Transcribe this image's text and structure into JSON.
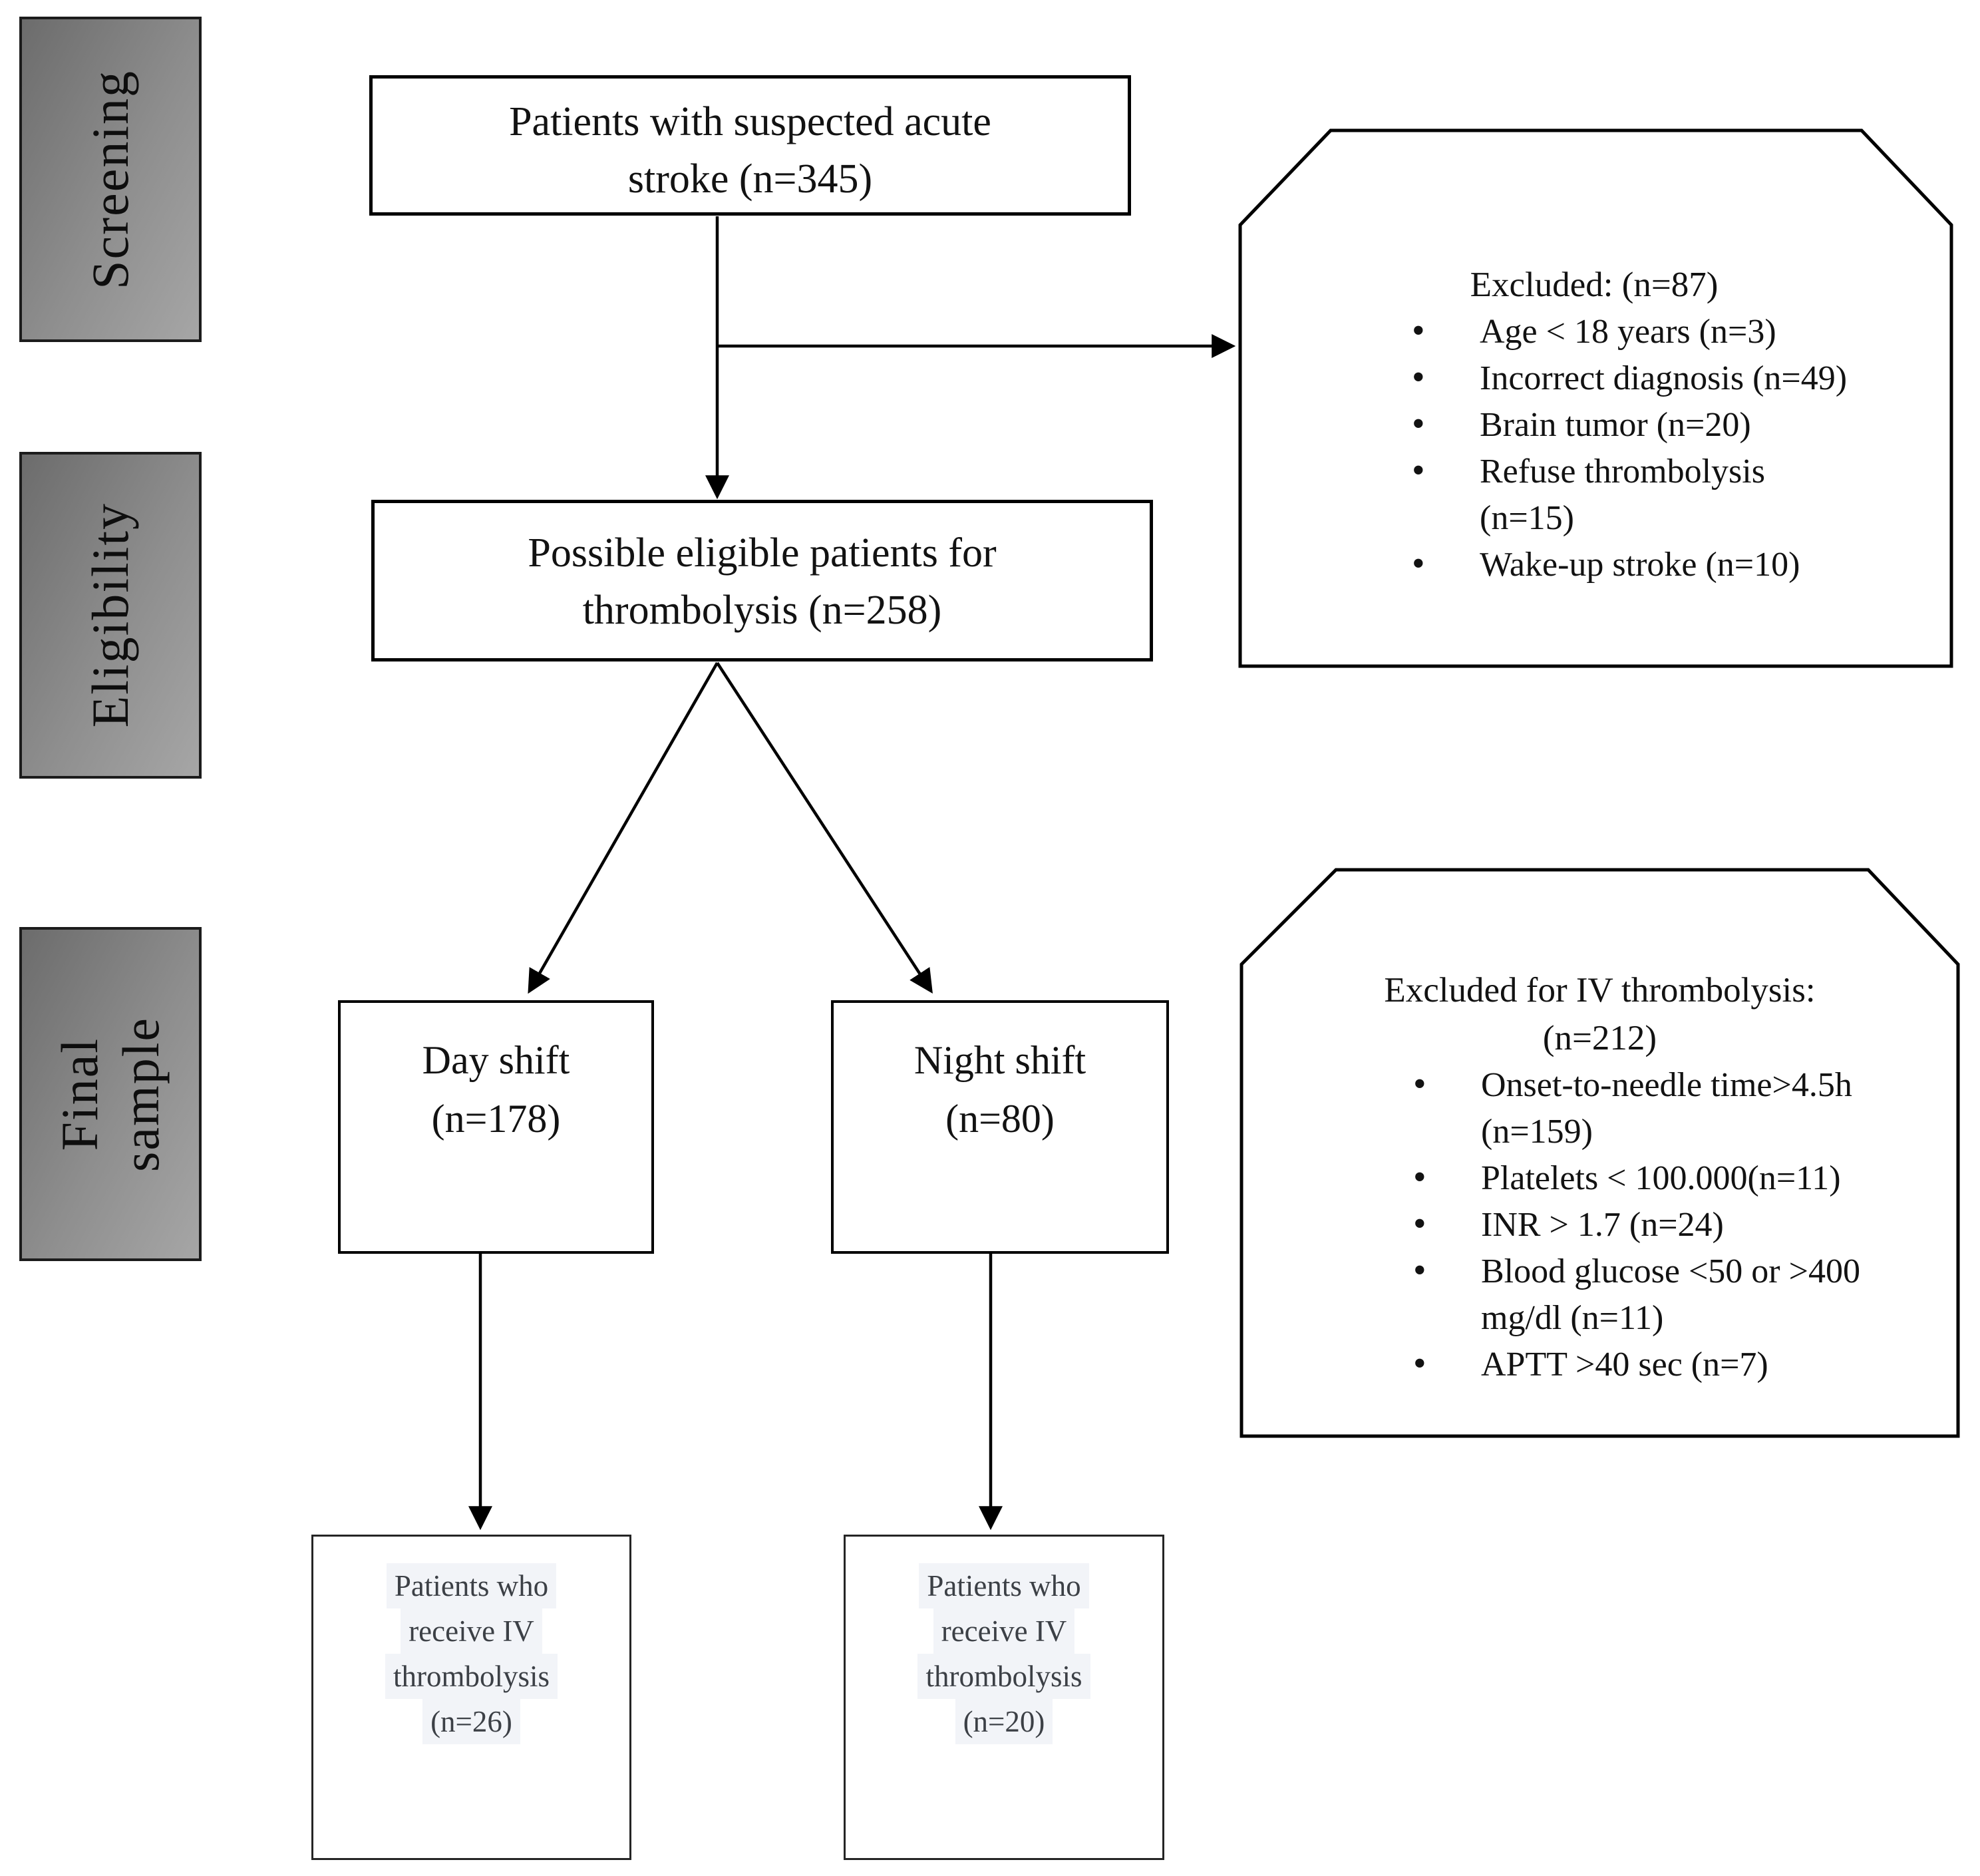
{
  "stages": [
    {
      "label_lines": [
        "Screening"
      ]
    },
    {
      "label_lines": [
        "Eligibility"
      ]
    },
    {
      "label_lines": [
        "Final",
        "sample"
      ]
    }
  ],
  "boxes": {
    "suspected": {
      "lines": [
        "Patients with suspected acute",
        "stroke (n=345)"
      ]
    },
    "eligible": {
      "lines": [
        "Possible eligible patients for",
        "thrombolysis (n=258)"
      ]
    },
    "day": {
      "lines": [
        "Day shift",
        "(n=178)"
      ]
    },
    "night": {
      "lines": [
        "Night shift",
        "(n=80)"
      ]
    },
    "day_receive": {
      "lines": [
        "Patients who",
        "receive IV",
        "thrombolysis",
        "(n=26)"
      ]
    },
    "night_receive": {
      "lines": [
        "Patients who",
        "receive IV",
        "thrombolysis",
        "(n=20)"
      ]
    }
  },
  "excluded_screening": {
    "title": "Excluded: (n=87)",
    "items": [
      {
        "lines": [
          "Age < 18 years (n=3)"
        ]
      },
      {
        "lines": [
          "Incorrect diagnosis (n=49)"
        ]
      },
      {
        "lines": [
          "Brain tumor (n=20)"
        ]
      },
      {
        "lines": [
          "Refuse thrombolysis",
          "(n=15)"
        ]
      },
      {
        "lines": [
          "Wake-up stroke (n=10)"
        ]
      }
    ]
  },
  "excluded_iv": {
    "title": "Excluded for IV thrombolysis:",
    "count": "(n=212)",
    "items": [
      {
        "lines": [
          "Onset-to-needle time>4.5h",
          "(n=159)"
        ]
      },
      {
        "lines": [
          "Platelets < 100.000(n=11)"
        ]
      },
      {
        "lines": [
          "INR > 1.7 (n=24)"
        ]
      },
      {
        "lines": [
          "Blood glucose <50 or >400",
          "mg/dl (n=11)"
        ]
      },
      {
        "lines": [
          "APTT >40 sec (n=7)"
        ]
      }
    ]
  },
  "colors": {
    "stage_gradient_start": "#6c6c6c",
    "stage_gradient_end": "#a6a6a6",
    "line_color": "#000000",
    "text_highlight": "#f2f4f8"
  }
}
